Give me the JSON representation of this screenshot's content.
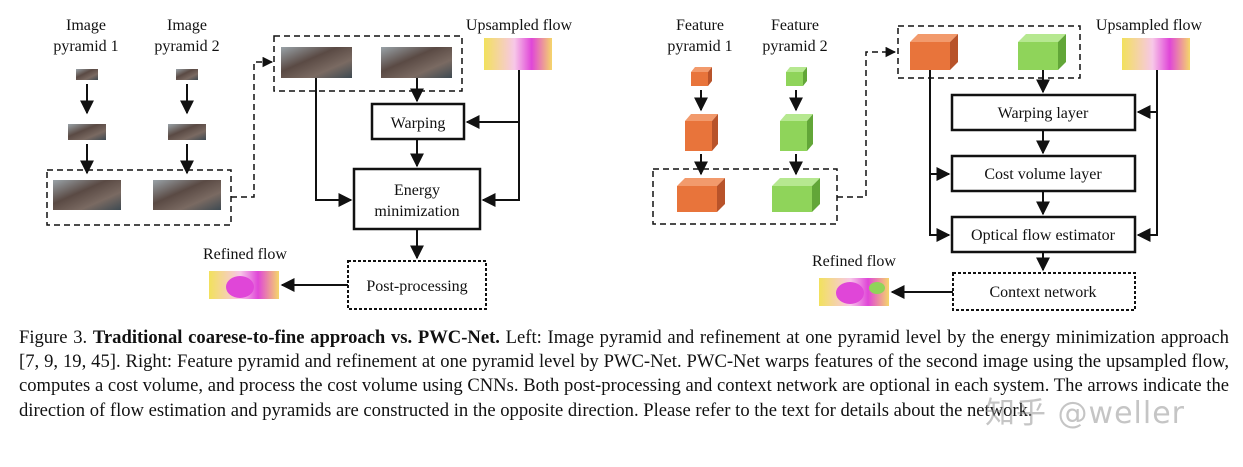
{
  "left_diagram": {
    "labels": {
      "image_pyramid_1": [
        "Image",
        "pyramid 1"
      ],
      "image_pyramid_2": [
        "Image",
        "pyramid 2"
      ],
      "upsampled_flow": "Upsampled flow",
      "warping": "Warping",
      "energy_minimization": [
        "Energy",
        "minimization"
      ],
      "post_processing": "Post-processing",
      "refined_flow": "Refined flow"
    }
  },
  "right_diagram": {
    "labels": {
      "feature_pyramid_1": [
        "Feature",
        "pyramid 1"
      ],
      "feature_pyramid_2": [
        "Feature",
        "pyramid 2"
      ],
      "upsampled_flow": "Upsampled flow",
      "warping_layer": "Warping layer",
      "cost_volume_layer": "Cost volume layer",
      "optical_flow_estimator": "Optical flow estimator",
      "context_network": "Context network",
      "refined_flow": "Refined flow"
    }
  },
  "caption": {
    "prefix": "Figure 3. ",
    "title": "Traditional coarese-to-fine approach vs. PWC-Net.",
    "body": " Left: Image pyramid and refinement at one pyramid level by the energy minimization approach [7, 9, 19, 45]. Right: Feature pyramid and refinement at one pyramid level by PWC-Net. PWC-Net warps features of the second image using the upsampled flow, computes a cost volume, and process the cost volume using CNNs. Both post-processing and context network are optional in each system. The arrows indicate the direction of flow estimation and pyramids are constructed in the opposite direction. Please refer to the text for details about the network."
  },
  "watermark": "知乎 @weller",
  "colors": {
    "feature_orange": "#e8743b",
    "feature_green": "#8fd45a",
    "flow_magenta": "#e046d8",
    "flow_yellow": "#f2e15c"
  }
}
